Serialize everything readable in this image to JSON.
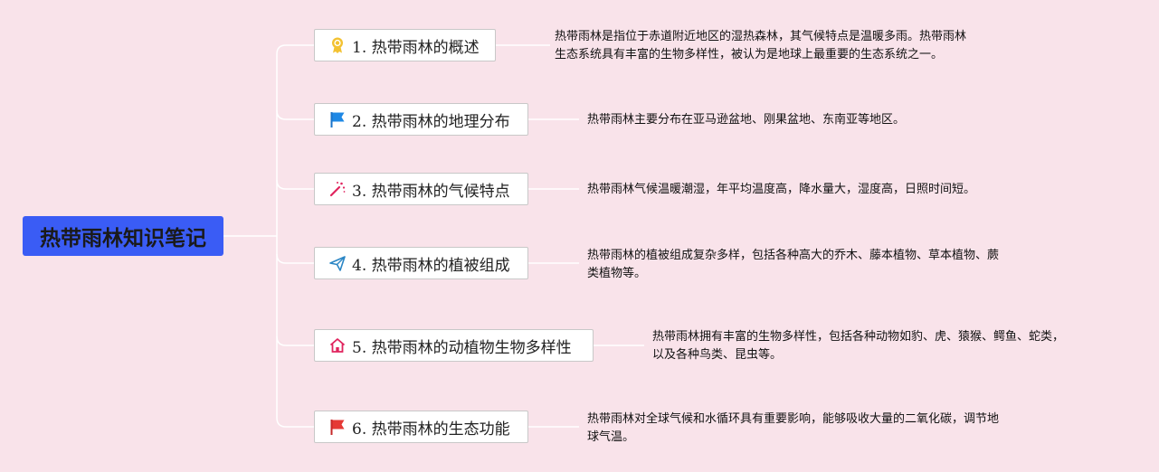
{
  "root": {
    "title": "热带雨林知识笔记"
  },
  "colors": {
    "background": "#f9e3ea",
    "root_fill": "#3a5cf5",
    "connector": "#ffffff"
  },
  "topics": [
    {
      "label": "1. 热带雨林的概述",
      "icon": "award-ribbon-icon",
      "note": [
        "热带雨林是指位于赤道附近地区的湿热森林，其气候特点是温暖多雨。热带雨林",
        "生态系统具有丰富的生物多样性，被认为是地球上最重要的生态系统之一。"
      ]
    },
    {
      "label": "2. 热带雨林的地理分布",
      "icon": "blue-flag-icon",
      "note": [
        "热带雨林主要分布在亚马逊盆地、刚果盆地、东南亚等地区。"
      ]
    },
    {
      "label": "3. 热带雨林的气候特点",
      "icon": "magic-wand-icon",
      "note": [
        "热带雨林气候温暖潮湿，年平均温度高，降水量大，湿度高，日照时间短。"
      ]
    },
    {
      "label": "4. 热带雨林的植被组成",
      "icon": "paper-plane-icon",
      "note": [
        "热带雨林的植被组成复杂多样，包括各种高大的乔木、藤本植物、草本植物、蕨",
        "类植物等。"
      ]
    },
    {
      "label": "5. 热带雨林的动植物生物多样性",
      "icon": "home-icon",
      "note": [
        "热带雨林拥有丰富的生物多样性，包括各种动物如豹、虎、猿猴、鳄鱼、蛇类，",
        "以及各种鸟类、昆虫等。"
      ]
    },
    {
      "label": "6. 热带雨林的生态功能",
      "icon": "red-flag-icon",
      "note": [
        "热带雨林对全球气候和水循环具有重要影响，能够吸收大量的二氧化碳，调节地",
        "球气温。"
      ]
    }
  ]
}
